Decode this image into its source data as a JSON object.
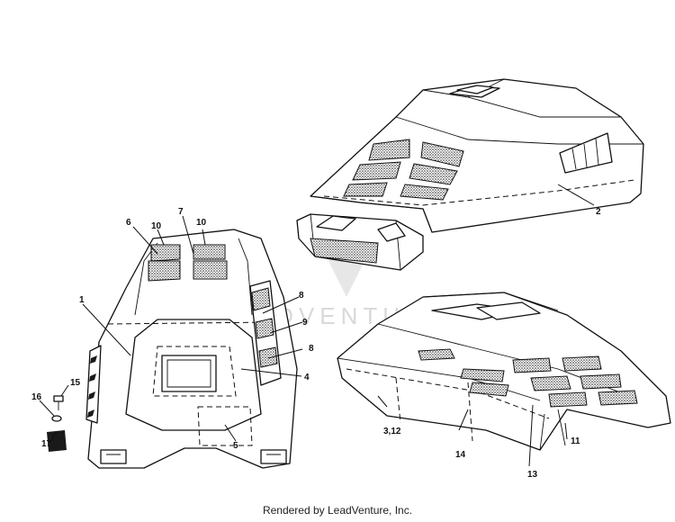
{
  "watermark": "LEADVENTURE",
  "footer_text": "Rendered by LeadVenture, Inc.",
  "callouts": {
    "c1": "1",
    "c2": "2",
    "c3_12": "3,12",
    "c4": "4",
    "c5": "5",
    "c6": "6",
    "c7": "7",
    "c8a": "8",
    "c8b": "8",
    "c9": "9",
    "c10a": "10",
    "c10b": "10",
    "c11": "11",
    "c13": "13",
    "c14": "14",
    "c15": "15",
    "c16": "16",
    "c17": "17"
  }
}
